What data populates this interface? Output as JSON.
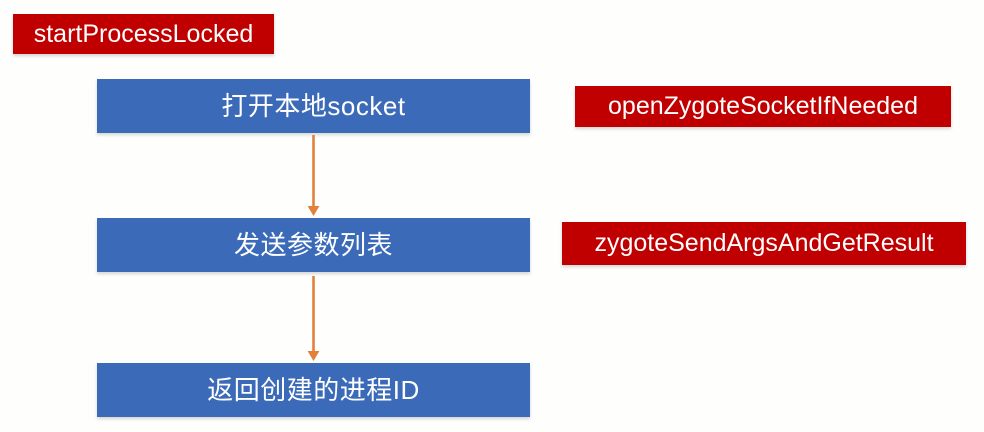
{
  "diagram": {
    "title": "startProcessLocked flow",
    "colors": {
      "box_blue": "#3b6ab8",
      "tag_red": "#c00000",
      "arrow_orange": "#e3813c",
      "background": "#fefefc",
      "text_white": "#ffffff"
    },
    "entry_tag": {
      "label": "startProcessLocked",
      "name": "entry-method-tag"
    },
    "steps": [
      {
        "label": "打开本地socket",
        "name": "step-open-local-socket",
        "tag": {
          "label": "openZygoteSocketIfNeeded",
          "name": "method-tag-open-zygote-socket"
        }
      },
      {
        "label": "发送参数列表",
        "name": "step-send-argument-list",
        "tag": {
          "label": "zygoteSendArgsAndGetResult",
          "name": "method-tag-zygote-send-args"
        }
      },
      {
        "label": "返回创建的进程ID",
        "name": "step-return-created-process-id",
        "tag": null
      }
    ],
    "connectors": [
      {
        "name": "arrow-step1-to-step2",
        "from": "step-open-local-socket",
        "to": "step-send-argument-list",
        "direction": "down"
      },
      {
        "name": "arrow-step2-to-step3",
        "from": "step-send-argument-list",
        "to": "step-return-created-process-id",
        "direction": "down"
      }
    ]
  }
}
